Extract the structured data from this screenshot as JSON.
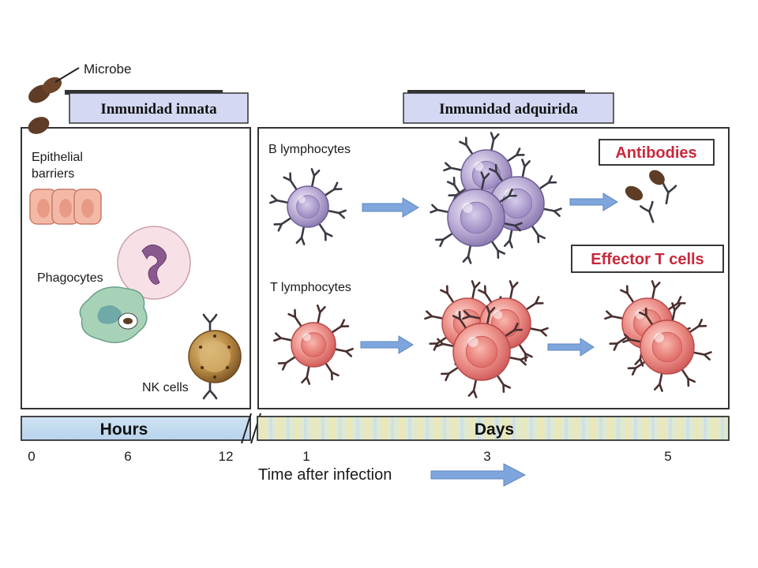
{
  "headers": {
    "innate": "Inmunidad innata",
    "adaptive": "Inmunidad adquirida"
  },
  "labels": {
    "microbe": "Microbe",
    "epithelial_line1": "Epithelial",
    "epithelial_line2": "barriers",
    "phagocytes": "Phagocytes",
    "nk_cells": "NK cells",
    "b_lymphocytes": "B lymphocytes",
    "t_lymphocytes": "T lymphocytes",
    "antibodies": "Antibodies",
    "effector_t_cells": "Effector T cells"
  },
  "timeline": {
    "hours": "Hours",
    "days": "Days",
    "ticks": [
      "0",
      "6",
      "12",
      "1",
      "3",
      "5"
    ],
    "axis_label": "Time after infection"
  },
  "colors": {
    "b_cell": "#b6a8d2",
    "t_cell": "#ec8a86",
    "epithelial": "#f4b9a6",
    "phagocyte": "#f6dbe0",
    "macrophage": "#a8d2b8",
    "nk_cell": "#b48a45",
    "microbe": "#5e3c26",
    "arrow": "#7ea6dc",
    "header_fill": "#d4d8f2",
    "box_red": "#c8283c"
  }
}
